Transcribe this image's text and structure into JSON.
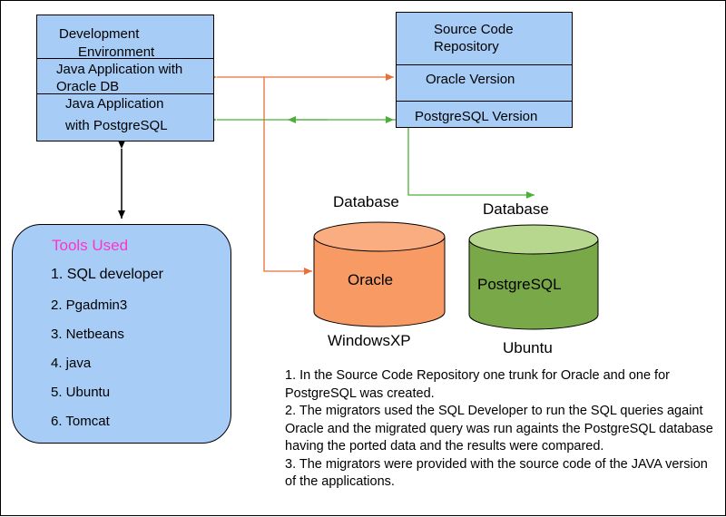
{
  "dev_env": {
    "title_line1": "Development",
    "title_line2": "Environment",
    "row_oracle_line1": "Java Application with",
    "row_oracle_line2": "Oracle DB",
    "row_pg_line1": "Java Application",
    "row_pg_line2": "with PostgreSQL"
  },
  "repo": {
    "title_line1": "Source Code",
    "title_line2": "Repository",
    "oracle_version": "Oracle Version",
    "postgres_version": "PostgreSQL Version"
  },
  "tools": {
    "heading": "Tools Used",
    "items": [
      "1. SQL developer",
      "2. Pgadmin3",
      "3. Netbeans",
      "4. java",
      "5. Ubuntu",
      "6. Tomcat"
    ]
  },
  "databases": {
    "oracle": {
      "caption": "Database",
      "name": "Oracle",
      "os": "WindowsXP"
    },
    "postgres": {
      "caption": "Database",
      "name": "PostgreSQL",
      "os": "Ubuntu"
    }
  },
  "notes": [
    "1. In the Source Code Repository one trunk for Oracle and one for PostgreSQL was created.",
    "2. The migrators used the SQL Developer to run the SQL queries againt Oracle and the migrated query was  run againts the PostgreSQL database having the ported data and the results were compared.",
    "3. The migrators were provided with the source code of the JAVA version of the applications."
  ],
  "colors": {
    "box_fill": "#a7cdf7",
    "oracle_arrow": "#e8703a",
    "postgres_arrow": "#4caf3a",
    "oracle_cylinder": "#f79a64",
    "postgres_cylinder": "#78a848",
    "tools_heading": "#ff33cc"
  }
}
